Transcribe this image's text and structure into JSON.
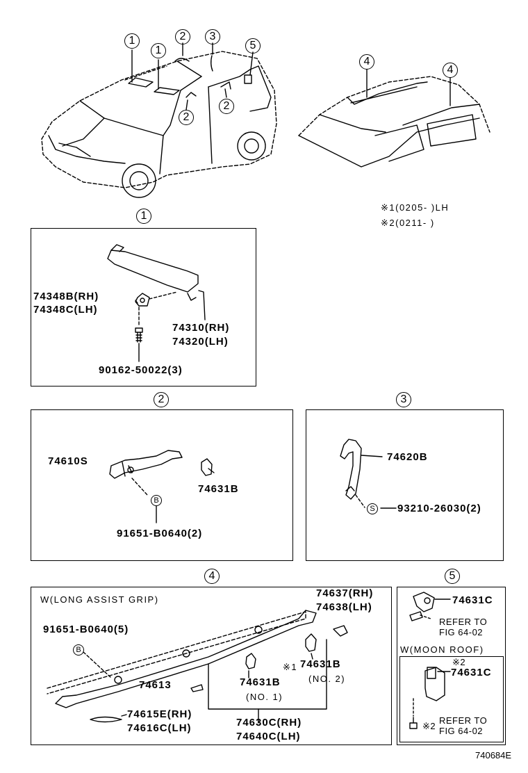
{
  "overview_callouts": {
    "c1a": "1",
    "c1b": "1",
    "c2a": "2",
    "c3": "3",
    "c5": "5",
    "c2b": "2",
    "c2c": "2",
    "c4a": "4",
    "c4b": "4"
  },
  "notes": {
    "note1": "※1(0205-      )LH",
    "note2": "※2(0211-      )"
  },
  "section1": {
    "header": "1",
    "part_74348B": "74348B(RH)",
    "part_74348C": "74348C(LH)",
    "part_74310": "74310(RH)",
    "part_74320": "74320(LH)",
    "part_90162": "90162-50022(3)"
  },
  "section2": {
    "header": "2",
    "part_74610S": "74610S",
    "part_74631B": "74631B",
    "marker_b": "B",
    "part_91651": "91651-B0640(2)"
  },
  "section3": {
    "header": "3",
    "part_74620B": "74620B",
    "marker_s": "S",
    "part_93210": "93210-26030(2)"
  },
  "section4": {
    "header": "4",
    "condition": "W(LONG ASSIST GRIP)",
    "part_74637": "74637(RH)",
    "part_74638": "74638(LH)",
    "part_91651": "91651-B0640(5)",
    "marker_b": "B",
    "mark_star1": "※1",
    "part_74631B_a": "74631B",
    "no2": "(NO. 2)",
    "part_74631B_b": "74631B",
    "no1": "(NO. 1)",
    "part_74613": "74613",
    "part_74615E": "74615E(RH)",
    "part_74616C": "74616C(LH)",
    "part_74630C": "74630C(RH)",
    "part_74640C": "74640C(LH)"
  },
  "section5": {
    "header": "5",
    "part_74631C_a": "74631C",
    "refer_a1": "REFER TO",
    "refer_a2": "FIG 64-02",
    "condition": "W(MOON ROOF)",
    "mark_star2": "※2",
    "part_74631C_b": "74631C",
    "mark_star2b": "※2",
    "refer_b1": "REFER TO",
    "refer_b2": "FIG 64-02"
  },
  "figure_id": "740684E"
}
